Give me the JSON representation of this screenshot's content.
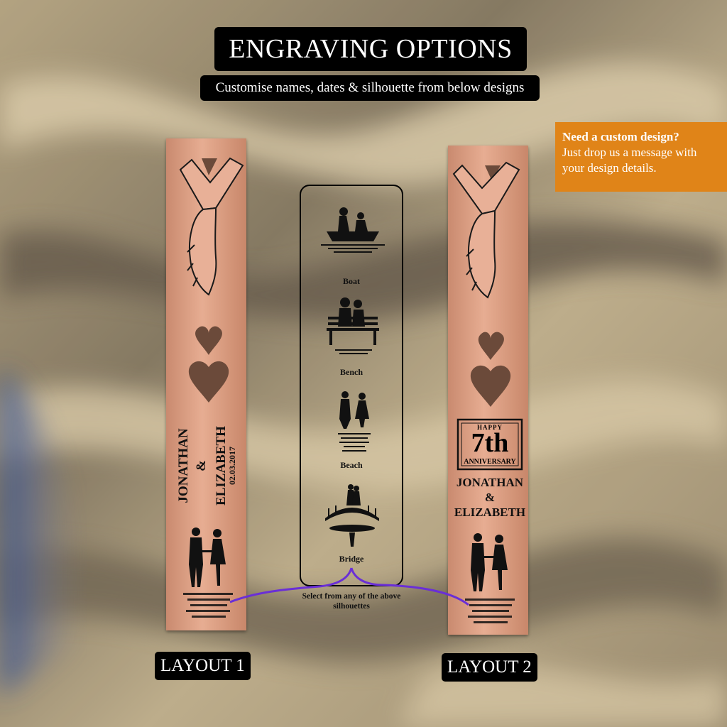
{
  "header": {
    "title": "ENGRAVING OPTIONS",
    "subtitle": "Customise names, dates & silhouette from below designs"
  },
  "custom_note": {
    "heading": "Need a custom design?",
    "body": "Just drop us a message with your design details."
  },
  "layout1": {
    "label": "LAYOUT 1",
    "name1": "JONATHAN",
    "amp": "&",
    "name2": "ELIZABETH",
    "date": "02.03.2017"
  },
  "layout2": {
    "label": "LAYOUT 2",
    "badge_top": "HAPPY",
    "badge_main": "7th",
    "badge_bottom": "ANNIVERSARY",
    "name1": "JONATHAN",
    "amp": "&",
    "name2": "ELIZABETH"
  },
  "silhouettes": [
    {
      "label": "Boat"
    },
    {
      "label": "Bench"
    },
    {
      "label": "Beach"
    },
    {
      "label": "Bridge"
    }
  ],
  "select_note": "Select from any of the above silhouettes",
  "colors": {
    "copper": "#d99a7f",
    "orange_box": "#e08418",
    "connector": "#6a2fd6"
  }
}
